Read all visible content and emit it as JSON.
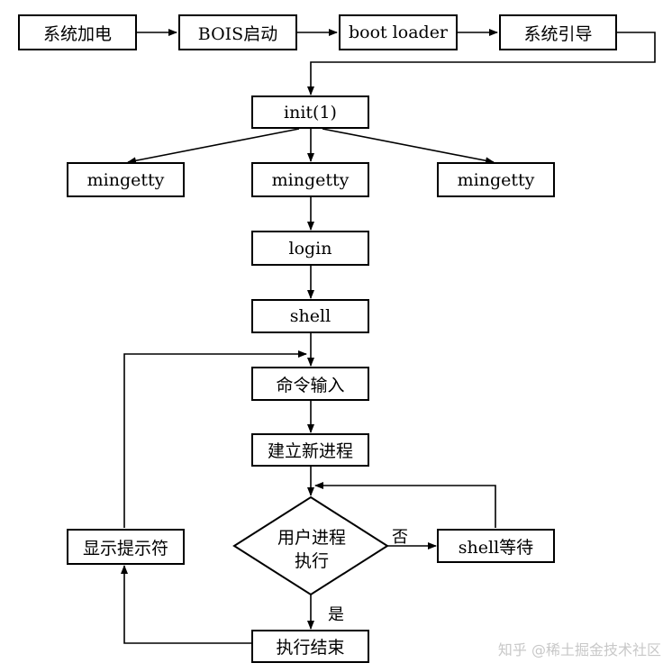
{
  "nodes": {
    "power_on": "系统加电",
    "bios": "BOIS启动",
    "boot_loader": "boot loader",
    "sys_boot": "系统引导",
    "init": "init(1)",
    "mingetty_left": "mingetty",
    "mingetty_mid": "mingetty",
    "mingetty_right": "mingetty",
    "login": "login",
    "shell": "shell",
    "cmd_input": "命令输入",
    "new_process": "建立新进程",
    "user_exec_line1": "用户进程",
    "user_exec_line2": "执行",
    "shell_wait": "shell等待",
    "show_prompt": "显示提示符",
    "exec_end": "执行结束"
  },
  "edge_labels": {
    "no": "否",
    "yes": "是"
  },
  "watermark": "知乎 @稀土掘金技术社区"
}
